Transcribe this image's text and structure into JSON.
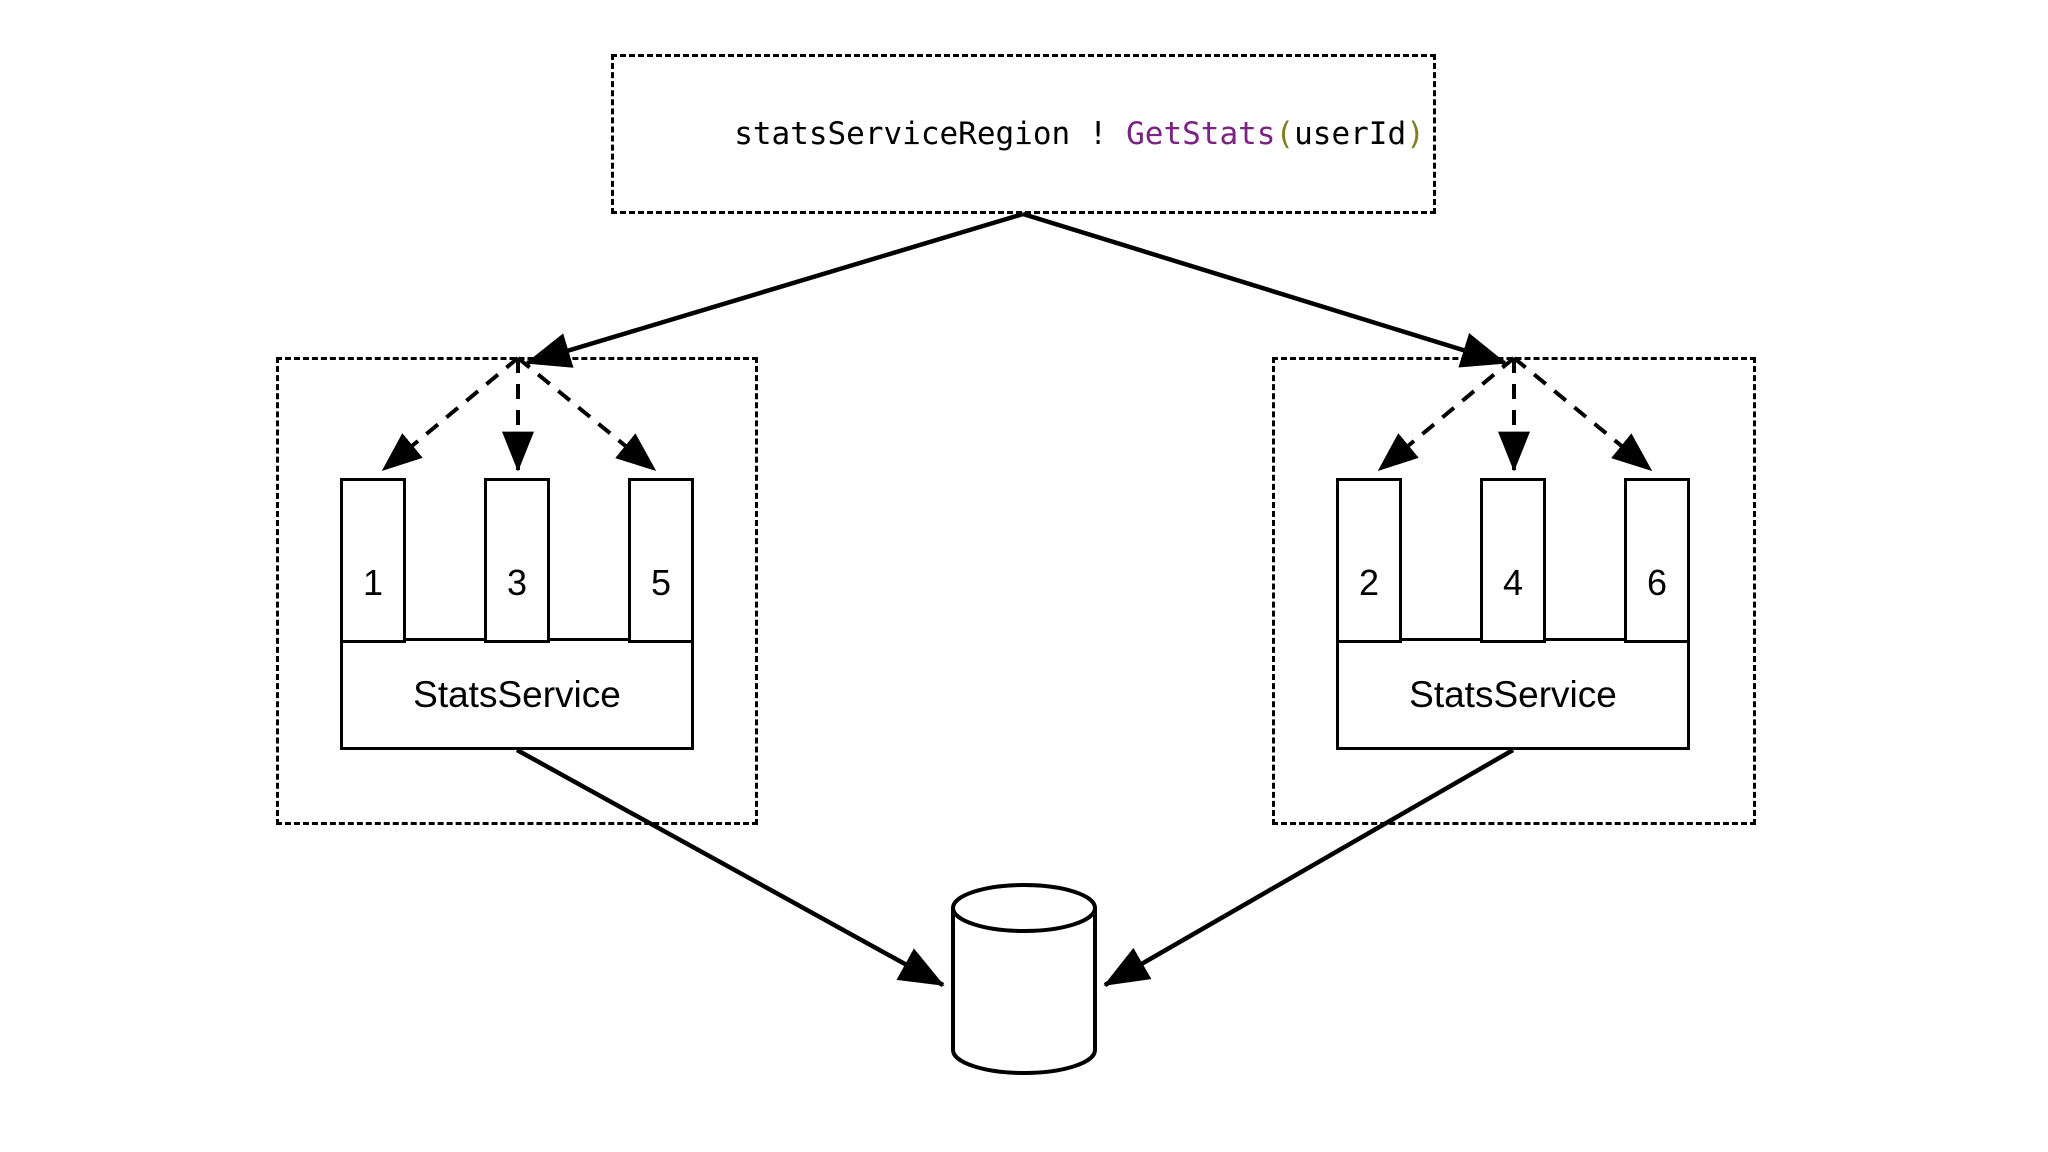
{
  "diagram": {
    "title": "statsServiceRegion sharded stats service routing",
    "background": "#ffffff",
    "stroke": "#000000"
  },
  "message_box": {
    "name": "statsServiceRegion-message",
    "tokens": [
      {
        "text": "statsServiceRegion ! ",
        "role": "plain",
        "color": "#000000"
      },
      {
        "text": "GetStats",
        "role": "method",
        "color": "#7a2382"
      },
      {
        "text": "(",
        "role": "paren",
        "color": "#7f7f20"
      },
      {
        "text": "userId",
        "role": "plain",
        "color": "#000000"
      },
      {
        "text": ")",
        "role": "paren",
        "color": "#7f7f20"
      }
    ],
    "full_text": "statsServiceRegion ! GetStats(userId)"
  },
  "regions": [
    {
      "id": "region-left",
      "service_label": "StatsService",
      "shards": [
        "1",
        "3",
        "5"
      ]
    },
    {
      "id": "region-right",
      "service_label": "StatsService",
      "shards": [
        "2",
        "4",
        "6"
      ]
    }
  ],
  "database": {
    "name": "shared-database",
    "label": ""
  },
  "edges": {
    "routing": {
      "style": "solid",
      "arrowhead": "filled-triangle",
      "count": 2
    },
    "shard_fanout": {
      "style": "dashed",
      "arrowhead": "filled-triangle",
      "count": 6
    },
    "persistence": {
      "style": "solid",
      "arrowhead": "filled-triangle",
      "count": 2
    }
  }
}
